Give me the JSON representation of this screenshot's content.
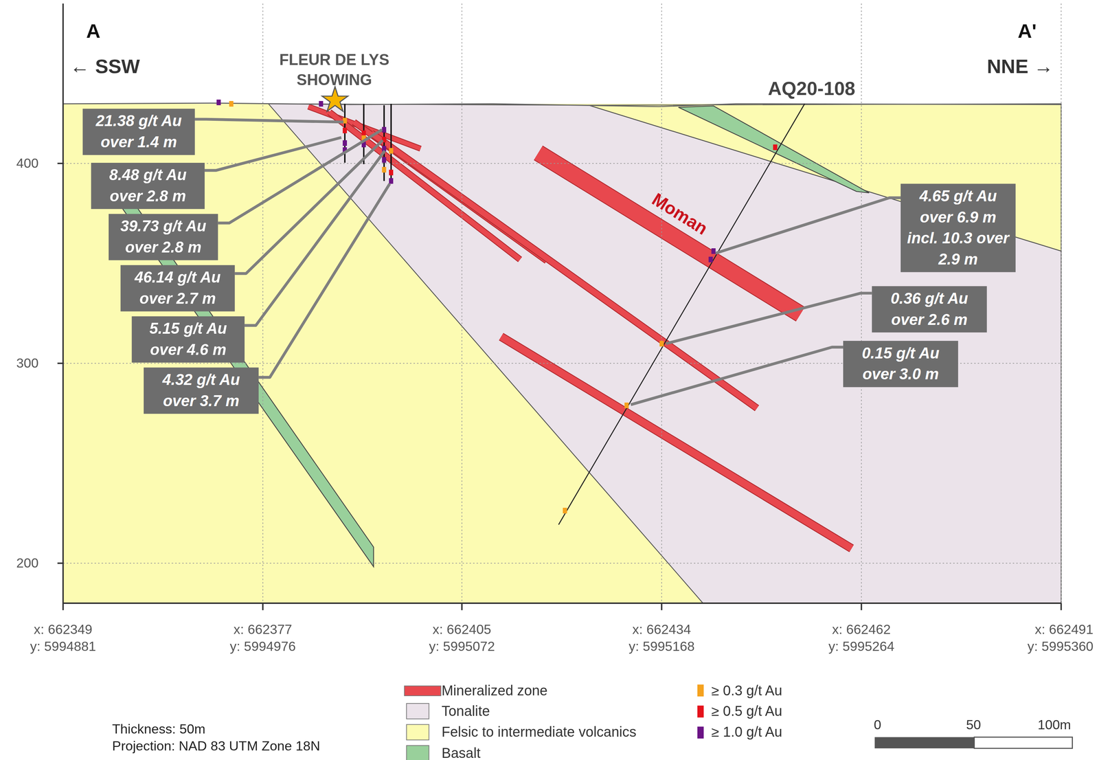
{
  "diagram": {
    "nodes": [
      {
        "text": [
          "21.38 g/t Au over 1.4 m"
        ]
      },
      {
        "text": [
          "8.48 g/t Au over 2.8 m"
        ]
      },
      {
        "text": [
          "39.73 g/t Au over 2.8 m"
        ]
      },
      {
        "text": [
          "46.14 g/t Au over 2.7 m"
        ]
      },
      {
        "text": [
          "5.15 g/t Au over 4.6 m"
        ]
      },
      {
        "text": [
          "4.32 g/t Au over 3.7 m"
        ]
      },
      {
        "text": [
          "4.65 g/t Au over 6.9 m incl. 10.3 over 2.9 m"
        ]
      },
      {
        "text": [
          "0.36 g/t Au over 2.6 m"
        ]
      },
      {
        "text": [
          "0.15 g/t Au over 3.0 m"
        ]
      }
    ],
    "labels": [
      "A",
      "A'",
      "← SSW",
      "NNE →",
      "FLEUR DE LYS SHOWING",
      "AQ20-108",
      "Moman",
      "400",
      "300",
      "200",
      "x: 662349",
      "y: 5994881",
      "x: 662377",
      "y: 5994976",
      "x: 662405",
      "y: 5995072",
      "x: 662434",
      "y: 5995168",
      "x: 662462",
      "y: 5995264",
      "x: 662491",
      "y: 5995360",
      "Thickness: 50m",
      "Projection: NAD 83 UTM Zone 18N",
      "0",
      "50",
      "100m"
    ],
    "legend": [
      {
        "text": "Mineralized zone",
        "color": "#e8484e"
      },
      {
        "text": "Tonalite",
        "color": "#ebe3ea"
      },
      {
        "text": "Felsic to intermediate volcanics",
        "color": "#fcfbb2"
      },
      {
        "text": "Basalt",
        "color": "#99d09b"
      },
      {
        "text": "≥ 0.3 g/t Au",
        "color": "#f5a21e"
      },
      {
        "text": "≥ 0.5 g/t Au",
        "color": "#e5121b"
      },
      {
        "text": "≥ 1.0 g/t Au",
        "color": "#6b1385"
      }
    ]
  }
}
